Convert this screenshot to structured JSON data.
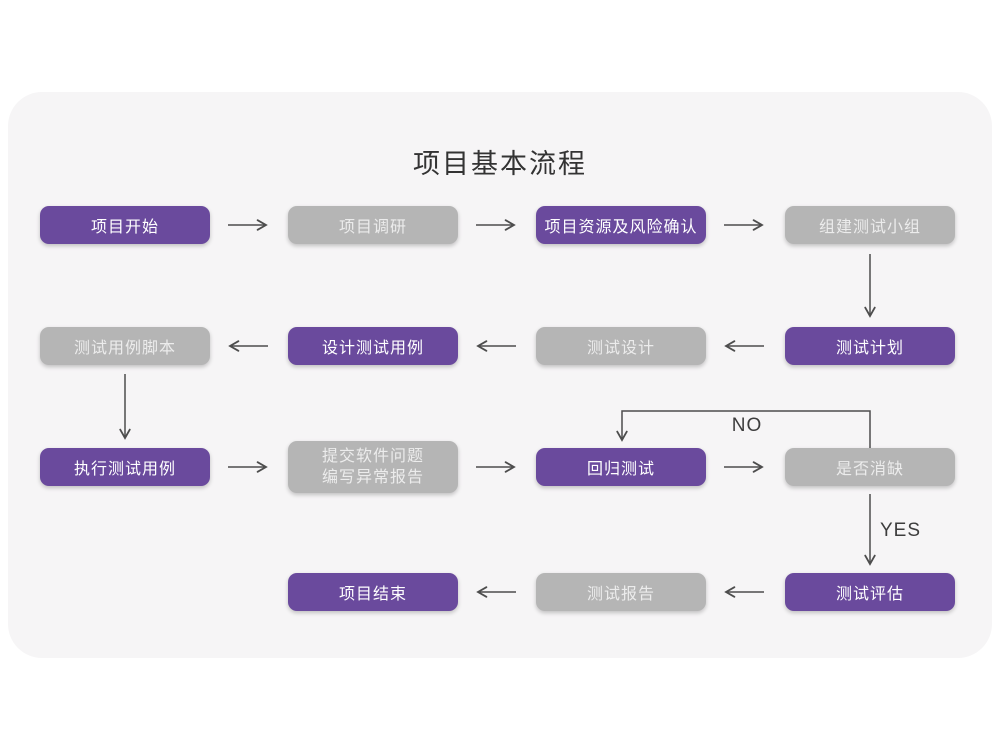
{
  "title": "项目基本流程",
  "edge_labels": {
    "no": "NO",
    "yes": "YES"
  },
  "colors": {
    "purple_node": "#6a4a9d",
    "gray_node": "#b5b5b5",
    "purple_node_text": "#ffffff",
    "gray_node_text": "#ececec",
    "card_background": "#f6f5f6",
    "arrow": "#4d4d4d",
    "title_text": "#333333"
  },
  "nodes": [
    {
      "name": "project-start",
      "label": "项目开始",
      "style": "purple"
    },
    {
      "name": "project-research",
      "label": "项目调研",
      "style": "gray"
    },
    {
      "name": "project-resources-risk-confirm",
      "label": "项目资源及风险确认",
      "style": "purple"
    },
    {
      "name": "build-test-team",
      "label": "组建测试小组",
      "style": "gray"
    },
    {
      "name": "test-plan",
      "label": "测试计划",
      "style": "purple"
    },
    {
      "name": "test-design",
      "label": "测试设计",
      "style": "gray"
    },
    {
      "name": "design-test-cases",
      "label": "设计测试用例",
      "style": "purple"
    },
    {
      "name": "test-case-scripts",
      "label": "测试用例脚本",
      "style": "gray"
    },
    {
      "name": "execute-test-cases",
      "label": "执行测试用例",
      "style": "purple"
    },
    {
      "name": "submit-issues-write-report",
      "label": "提交软件问题\n编写异常报告",
      "style": "gray"
    },
    {
      "name": "regression-test",
      "label": "回归测试",
      "style": "purple"
    },
    {
      "name": "defect-resolved",
      "label": "是否消缺",
      "style": "gray"
    },
    {
      "name": "test-evaluation",
      "label": "测试评估",
      "style": "purple"
    },
    {
      "name": "test-report",
      "label": "测试报告",
      "style": "gray"
    },
    {
      "name": "project-end",
      "label": "项目结束",
      "style": "purple"
    }
  ]
}
